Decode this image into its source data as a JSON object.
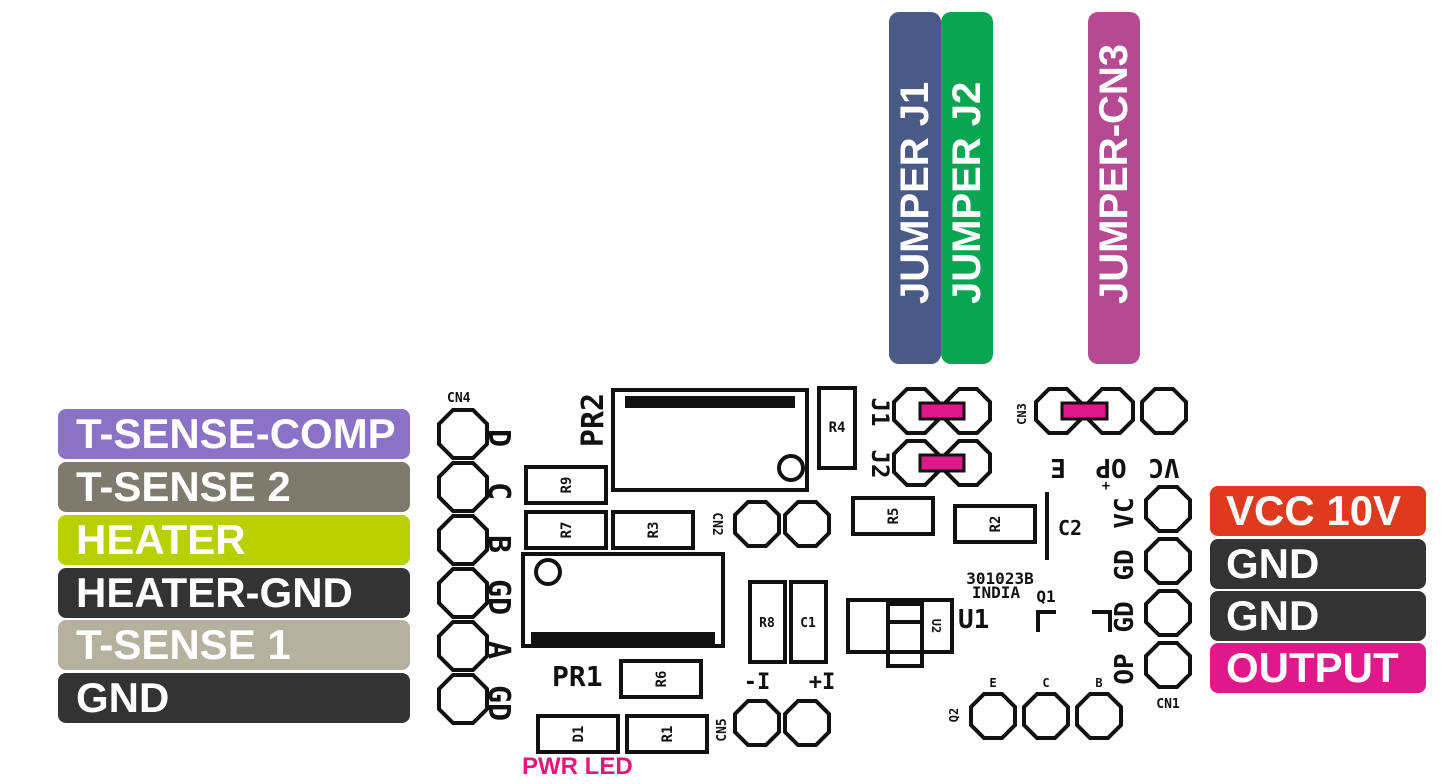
{
  "left_labels": [
    {
      "text": "T-SENSE-COMP",
      "color": "#8a72c6"
    },
    {
      "text": "T-SENSE 2",
      "color": "#7e7b6e"
    },
    {
      "text": "HEATER",
      "color": "#b9d000"
    },
    {
      "text": "HEATER-GND",
      "color": "#333333"
    },
    {
      "text": "T-SENSE 1",
      "color": "#b4b29f"
    },
    {
      "text": "GND",
      "color": "#333333"
    }
  ],
  "right_labels": [
    {
      "text": "VCC 10V",
      "color": "#e03a1e"
    },
    {
      "text": "GND",
      "color": "#333333"
    },
    {
      "text": "GND",
      "color": "#333333"
    },
    {
      "text": "OUTPUT",
      "color": "#e0198a"
    }
  ],
  "top_labels": [
    {
      "text": "JUMPER J1",
      "color": "#4a5a86"
    },
    {
      "text": "JUMPER J2",
      "color": "#0aa552"
    },
    {
      "text": "JUMPER-CN3",
      "color": "#b54a92"
    }
  ],
  "pcb": {
    "cn4": "CN4",
    "cn4_pins": [
      "D",
      "C",
      "B",
      "GD",
      "A",
      "GD"
    ],
    "pr2": "PR2",
    "pr1": "PR1",
    "r4": "R4",
    "r9": "R9",
    "r7": "R7",
    "r3": "R3",
    "r6": "R6",
    "d1": "D1",
    "r1": "R1",
    "r5": "R5",
    "r2": "R2",
    "r8": "R8",
    "c1": "C1",
    "c2": "C2",
    "cn2": "CN2",
    "cn5": "CN5",
    "cn5_minus": "-I",
    "cn5_plus": "+I",
    "j1": "J1",
    "j2": "J2",
    "cn3": "CN3",
    "cn3_pins": [
      "E",
      "OP",
      "VC"
    ],
    "part_line1": "301023B",
    "part_line2": "INDIA",
    "u1": "U1",
    "u2": "U2",
    "q1": "Q1",
    "q2": "Q2",
    "q2_pins": [
      "E",
      "C",
      "B"
    ],
    "cn1": "CN1",
    "cn1_pins": [
      "VC",
      "GD",
      "GD",
      "OP"
    ],
    "plus": "+"
  },
  "pwr_led": "PWR LED"
}
